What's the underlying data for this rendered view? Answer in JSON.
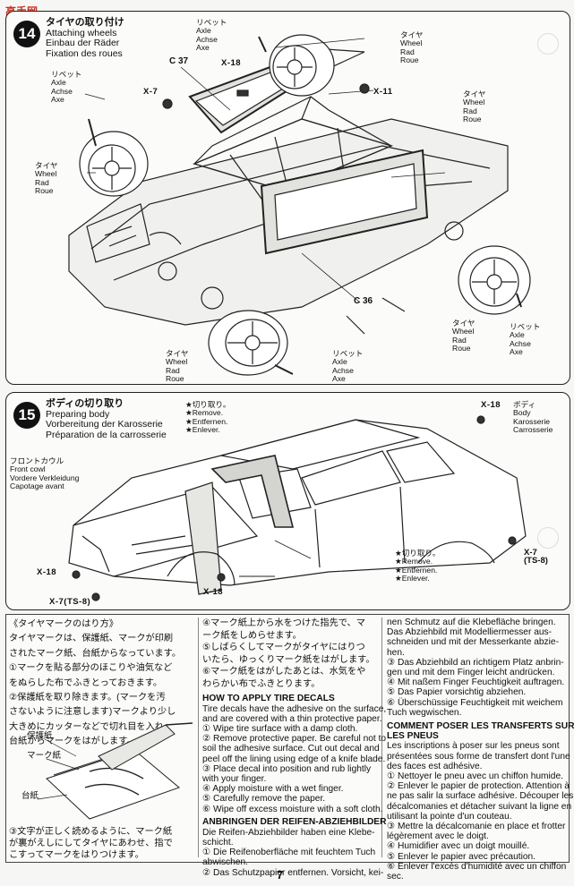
{
  "watermark": "高手网",
  "step14": {
    "number": "14",
    "title_jp": "タイヤの取り付け",
    "title_en": "Attaching wheels",
    "title_de": "Einbau der Räder",
    "title_fr": "Fixation des roues",
    "rivet_top": [
      "リベット",
      "Axle",
      "Achse",
      "Axe"
    ],
    "tire_top": [
      "タイヤ",
      "Wheel",
      "Rad",
      "Roue"
    ],
    "rivet_left": [
      "リベット",
      "Axle",
      "Achse",
      "Axe"
    ],
    "tire_left": [
      "タイヤ",
      "Wheel",
      "Rad",
      "Roue"
    ],
    "tire_right": [
      "タイヤ",
      "Wheel",
      "Rad",
      "Roue"
    ],
    "tire_br": [
      "タイヤ",
      "Wheel",
      "Rad",
      "Roue"
    ],
    "rivet_br": [
      "リベット",
      "Axle",
      "Achse",
      "Axe"
    ],
    "tire_bottom": [
      "タイヤ",
      "Wheel",
      "Rad",
      "Roue"
    ],
    "rivet_bottom": [
      "リベット",
      "Axle",
      "Achse",
      "Axe"
    ],
    "part_c37": "C 37",
    "part_c36": "C 36",
    "part_x18": "X-18",
    "part_x7": "X-7",
    "part_x11": "X-11"
  },
  "step15": {
    "number": "15",
    "title_jp": "ボディの切り取り",
    "title_en": "Preparing body",
    "title_de": "Vorbereitung der Karosserie",
    "title_fr": "Préparation de la carrosserie",
    "remove_top": [
      "★切り取り。",
      "★Remove.",
      "★Entfernen.",
      "★Enlever."
    ],
    "remove_bottom": [
      "★切り取り。",
      "★Remove.",
      "★Entfernen.",
      "★Enlever."
    ],
    "body": [
      "ボディ",
      "Body",
      "Karosserie",
      "Carrosserie"
    ],
    "front_cowl": [
      "フロントカウル",
      "Front cowl",
      "Vordere Verkleidung",
      "Capotage avant"
    ],
    "x18_top": "X-18",
    "x18_left": "X-18",
    "x18_bottom": "X-18",
    "x7_left": "X-7(TS-8)",
    "x7_right": [
      "X-7",
      "(TS-8)"
    ]
  },
  "decals": {
    "col1": [
      "《タイヤマークのはり方》",
      "タイヤマークは、保護紙、マークが印刷",
      "されたマーク紙、台紙からなっています。",
      "①マークを貼る部分のほこりや油気など",
      "をぬらした布でふきとっておきます。",
      "②保護紙を取り除きます。(マークを汚",
      "さないように注意します)マークより少し",
      "大きめにカッターなどで切れ目を入れ、",
      "台紙からマークをはがします。"
    ],
    "illus_labels": [
      "保護紙",
      "マーク紙",
      "台紙"
    ],
    "col1_bottom": [
      "③文字が正しく読めるように、マーク紙",
      "が裏がえしにしてタイヤにあわせ、指で",
      "こすってマークをはりつけます。"
    ],
    "col2": [
      "④マーク紙上から水をつけた指先で、マ",
      "ーク紙をしめらせます。",
      "⑤しばらくしてマークがタイヤにはりつ",
      "いたら、ゆっくりマーク紙をはがします。",
      "⑥マーク紙をはがしたあとは、水気をや",
      "わらかい布でふきとります。"
    ],
    "col2_en_head": "HOW TO APPLY TIRE DECALS",
    "col2_en": [
      "Tire decals have the adhesive on the surface,",
      "and are covered with a thin protective paper.",
      "① Wipe tire surface with a damp cloth.",
      "② Remove protective paper. Be careful not to",
      "soil the adhesive surface. Cut out decal and",
      "peel off the lining using edge of a knife blade.",
      "③ Place decal into position and rub lightly",
      "with your finger.",
      "④ Apply moisture with a wet finger.",
      "⑤ Carefully remove the paper.",
      "⑥ Wipe off excess moisture with a soft cloth."
    ],
    "col2_de_head": "ANBRINGEN DER REIFEN-ABZIEHBILDER",
    "col2_de": [
      "Die Reifen-Abziehbilder haben eine Klebe-",
      "schicht.",
      "① Die Reifenoberfläche mit feuchtem Tuch",
      "abwischen.",
      "② Das Schutzpapier entfernen. Vorsicht, kei-"
    ],
    "col3_de": [
      "nen Schmutz auf die Klebefläche bringen.",
      "Das Abziehbild mit Modelliermesser aus-",
      "schneiden und mit der Messerkante abzie-",
      "hen.",
      "③ Das Abziehbild an richtigem Platz anbrin-",
      "gen und mit dem Finger leicht andrücken.",
      "④ Mit naßem Finger Feuchtigkeit auftragen.",
      "⑤ Das Papier vorsichtig abziehen.",
      "⑥ Überschüssige Feuchtigkeit mit weichem",
      "Tuch wegwischen."
    ],
    "col3_fr_head": [
      "COMMENT POSER LES TRANSFERTS SUR",
      "LES PNEUS"
    ],
    "col3_fr": [
      "Les inscriptions à poser sur les pneus sont",
      "présentées sous forme de transfert dont l'une",
      "des faces est adhésive.",
      "① Nettoyer le pneu avec un chiffon humide.",
      "② Enlever le papier de protection. Attention à",
      "ne pas salir la surface adhésive. Découper les",
      "décalcomanies et détacher suivant la ligne en",
      "utilisant la pointe d'un couteau.",
      "③ Mettre la décalcomanie en place et frotter",
      "légèrement avec le doigt.",
      "④ Humidifier avec un doigt mouillé.",
      "⑤ Enlever le papier avec précaution.",
      "⑥ Enlever l'excès d'humidité avec un chiffon",
      "sec."
    ]
  },
  "page_number": "7"
}
